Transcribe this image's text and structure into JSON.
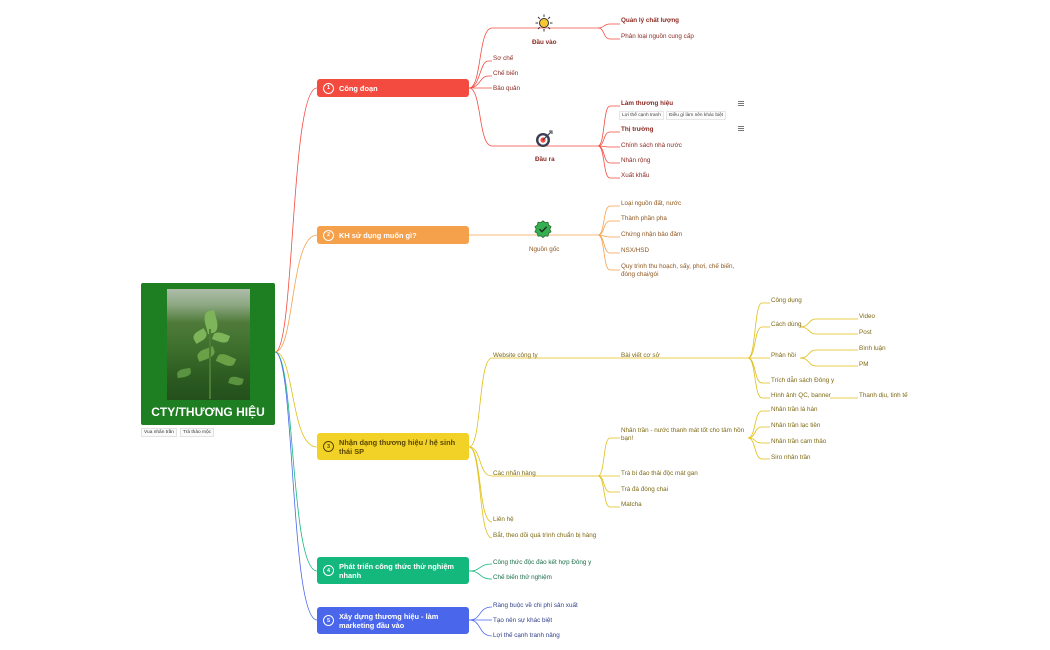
{
  "root": {
    "title": "CTY/THƯƠNG HIỆU",
    "tags": [
      "Vua nhân trần",
      "Trà thảo mộc"
    ]
  },
  "branches": [
    {
      "num": "1",
      "label": "Công đoạn",
      "color": "#f34b3f"
    },
    {
      "num": "2",
      "label": "KH sử dụng muốn gì?",
      "color": "#f5a04b"
    },
    {
      "num": "3",
      "label": "Nhận dạng thương hiệu / hệ sinh thái SP",
      "color": "#f2d226"
    },
    {
      "num": "4",
      "label": "Phát triển công thức thử nghiệm nhanh",
      "color": "#14b87d"
    },
    {
      "num": "5",
      "label": "Xây dựng thương hiệu - làm marketing đầu vào",
      "color": "#4a67ec"
    }
  ],
  "congdoan": {
    "dauvao": {
      "label": "Đầu vào",
      "icon": "sun-icon",
      "children": [
        "Quản lý chất lượng",
        "Phân loại nguồn cung cấp"
      ]
    },
    "middle": [
      "Sơ chế",
      "Chế biến",
      "Bảo quản"
    ],
    "daura": {
      "label": "Đầu ra",
      "icon": "target-icon",
      "children": [
        "Làm thương hiệu",
        "Thị trường",
        "Chính sách nhà nước",
        "Nhân rộng",
        "Xuất khẩu"
      ],
      "thuonghieu_tags": [
        "Lợi thế cạnh tranh",
        "Điều gì làm nên khác biệt"
      ]
    }
  },
  "kh": {
    "nguongoc": {
      "label": "Nguồn gốc",
      "icon": "badge-check-icon"
    },
    "children": [
      "Loại nguồn đất, nước",
      "Thành phần pha",
      "Chứng nhận bảo đảm",
      "NSX/HSD",
      "Quy trình thu hoạch, sấy, phơi, chế biến, đóng chai/gói"
    ]
  },
  "nhandang": {
    "website": "Website công ty",
    "baiviet": "Bài viết cơ sở",
    "baiviet_children": [
      "Công dụng",
      "Cách dùng",
      "Phản hồi",
      "Trích dẫn sách Đông y",
      "Hình ảnh QC, banner"
    ],
    "cachdung": [
      "Video",
      "Post"
    ],
    "phanhoi": [
      "Bình luận",
      "PM"
    ],
    "hinhanh": "Thanh dịu, tinh tế",
    "cacnhanhang": "Các nhãn hàng",
    "nhanhang_children": [
      "Nhân trần - nước thanh mát tốt cho tâm hồn bạn!",
      "Trà bí đao thải độc mát gan",
      "Trà đá đóng chai",
      "Matcha"
    ],
    "nhantran_children": [
      "Nhân trần lá hán",
      "Nhân trần lạc tiên",
      "Nhân trần cam thảo",
      "Siro nhân trần"
    ],
    "others": [
      "Liên hệ",
      "Bắt, theo dõi quá trình chuẩn bị hàng"
    ]
  },
  "phattrien": [
    "Công thức độc đáo kết hợp Đông y",
    "Chế biến thử nghiệm"
  ],
  "xaydung": [
    "Ràng buộc về chi phí sản xuất",
    "Tạo nên sự khác biệt",
    "Lợi thế cạnh tranh nâng"
  ],
  "colors": {
    "red": "#f34b3f",
    "orange": "#f5a04b",
    "yellow": "#f2d226",
    "green": "#14b87d",
    "blue": "#4a67ec",
    "root": "#1e7e22"
  }
}
